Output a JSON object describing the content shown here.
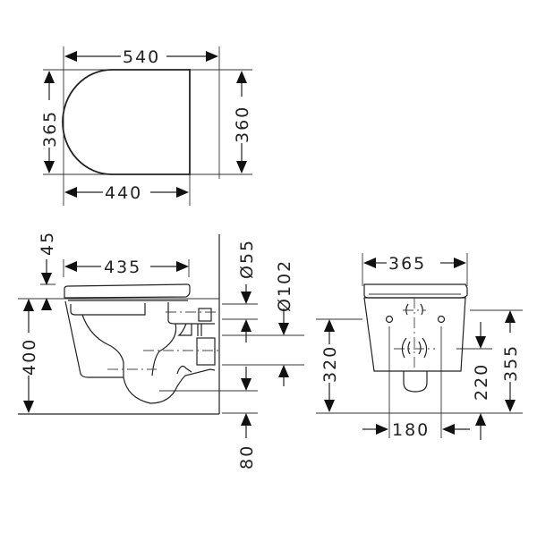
{
  "drawing": {
    "type": "technical-dimension-drawing",
    "unit": "mm",
    "top_view": {
      "dimensions": {
        "overall_length": "540",
        "seat_length": "440",
        "left_width": "365",
        "right_width": "360"
      }
    },
    "side_view": {
      "dimensions": {
        "seat_thickness": "45",
        "bowl_length": "435",
        "mounting_height": "400",
        "inlet_diameter": "Ø55",
        "outlet_diameter": "Ø102",
        "outlet_offset": "80"
      }
    },
    "front_view": {
      "dimensions": {
        "width": "365",
        "floor_to_fix": "320",
        "bolt_spacing": "180",
        "outlet_height": "220",
        "top_height": "355"
      }
    }
  }
}
